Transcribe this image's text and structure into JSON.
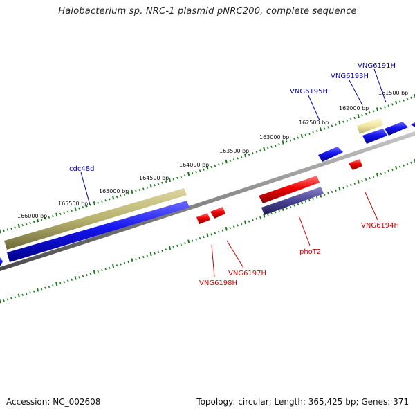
{
  "title": "Halobacterium sp. NRC-1 plasmid pNRC200, complete sequence",
  "footer": {
    "accession": "Accession: NC_002608",
    "topology": "Topology: circular; Length: 365,425 bp; Genes: 371"
  },
  "colors": {
    "forward_gene": "#1010e6",
    "reverse_gene": "#ee0000",
    "forward_label": "#0000aa",
    "reverse_label": "#cc0000",
    "khaki_feature": "#b9b36f",
    "pale_feature": "#efe6a0",
    "slate_feature": "#4a4294",
    "backbone": "#888888",
    "tick": "#1a7a1a"
  },
  "tick_labels": [
    {
      "label": "161500 bp",
      "bp": 161500
    },
    {
      "label": "162000 bp",
      "bp": 162000
    },
    {
      "label": "162500 bp",
      "bp": 162500
    },
    {
      "label": "163000 bp",
      "bp": 163000
    },
    {
      "label": "163500 bp",
      "bp": 163500
    },
    {
      "label": "164000 bp",
      "bp": 164000
    },
    {
      "label": "164500 bp",
      "bp": 164500
    },
    {
      "label": "165000 bp",
      "bp": 165000
    },
    {
      "label": "165500 bp",
      "bp": 165500
    },
    {
      "label": "166000 bp",
      "bp": 166000
    }
  ],
  "genes": [
    {
      "name": "VNG6191H",
      "strand": "forward"
    },
    {
      "name": "VNG6193H",
      "strand": "forward"
    },
    {
      "name": "VNG6195H",
      "strand": "forward"
    },
    {
      "name": "cdc48d",
      "strand": "forward"
    },
    {
      "name": "VNG6194H",
      "strand": "reverse"
    },
    {
      "name": "phoT2",
      "strand": "reverse"
    },
    {
      "name": "VNG6197H",
      "strand": "reverse"
    },
    {
      "name": "VNG6198H",
      "strand": "reverse"
    }
  ]
}
